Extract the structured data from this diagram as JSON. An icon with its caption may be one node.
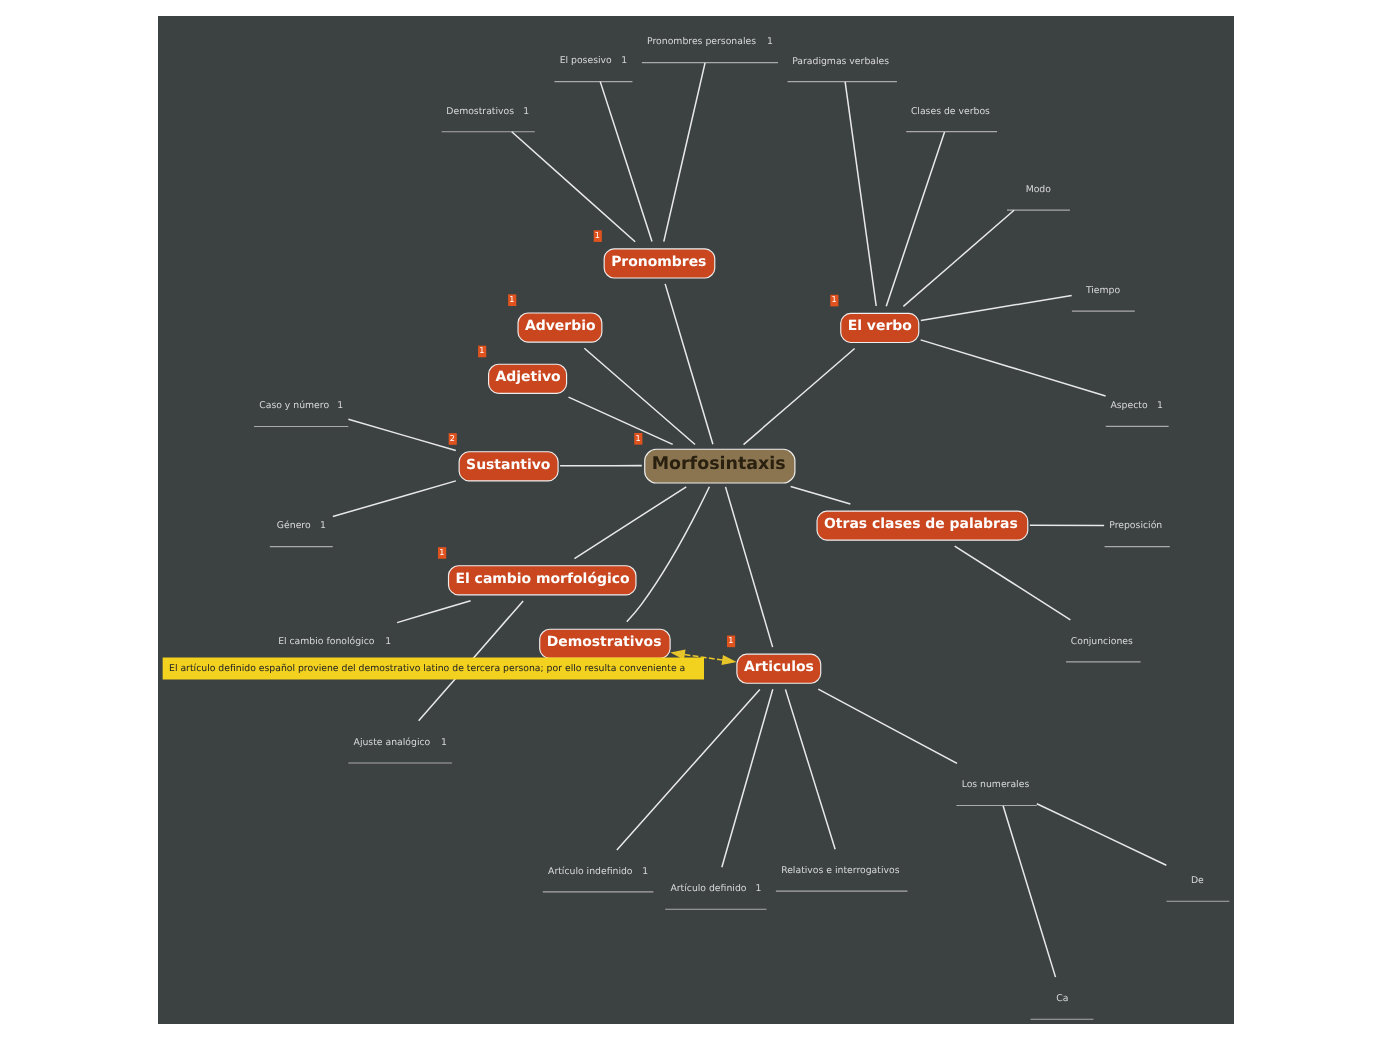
{
  "diagram": {
    "nodes": [
      {
        "text": [
          "Morfosintaxis"
        ],
        "beside": [
          "1"
        ]
      },
      {
        "text": [
          "El verbo"
        ],
        "beside": [
          "1"
        ]
      },
      {
        "text": [
          "Aspecto",
          "1"
        ]
      },
      {
        "text": [
          "Tiempo"
        ]
      },
      {
        "text": [
          "Modo"
        ]
      },
      {
        "text": [
          "Clases de verbos"
        ]
      },
      {
        "text": [
          "Paradigmas verbales"
        ]
      },
      {
        "text": [
          "Pronombres"
        ],
        "beside": [
          "1"
        ]
      },
      {
        "text": [
          "Pronombres personales",
          "1"
        ]
      },
      {
        "text": [
          "El posesivo",
          "1"
        ]
      },
      {
        "text": [
          "Demostrativos",
          "1"
        ]
      },
      {
        "text": [
          "Adverbio"
        ],
        "beside": [
          "1"
        ]
      },
      {
        "text": [
          "Adjetivo"
        ],
        "beside": [
          "1"
        ]
      },
      {
        "text": [
          "Sustantivo"
        ],
        "beside": [
          "2"
        ]
      },
      {
        "text": [
          "Caso y número",
          "1"
        ]
      },
      {
        "text": [
          "Género",
          "1"
        ]
      },
      {
        "text": [
          "El cambio morfológico"
        ],
        "beside": [
          "1"
        ]
      },
      {
        "text": [
          "El cambio fonológico",
          "1"
        ]
      },
      {
        "text": [
          "Ajuste analógico",
          "1"
        ]
      },
      {
        "text": [
          "Demostrativos"
        ]
      },
      {
        "text": [
          "Articulos"
        ],
        "beside": [
          "1"
        ]
      },
      {
        "text": [
          "Artículo indefinido",
          "1"
        ]
      },
      {
        "text": [
          "Artículo definido",
          "1"
        ]
      },
      {
        "text": [
          "Relativos e interrogativos"
        ]
      },
      {
        "text": [
          "Los numerales"
        ]
      },
      {
        "text": [
          "Ca"
        ]
      },
      {
        "text": [
          "De"
        ]
      },
      {
        "text": [
          "Otras clases de palabras"
        ]
      },
      {
        "text": [
          "Conjunciones"
        ]
      },
      {
        "text": [
          "Preposición"
        ]
      }
    ],
    "edges": [
      {
        "from": 0,
        "to": 1,
        "arrow": "none"
      },
      {
        "from": 1,
        "to": 2,
        "arrow": "none"
      },
      {
        "from": 1,
        "to": 3,
        "arrow": "none"
      },
      {
        "from": 1,
        "to": 4,
        "arrow": "none"
      },
      {
        "from": 1,
        "to": 5,
        "arrow": "none"
      },
      {
        "from": 1,
        "to": 6,
        "arrow": "none"
      },
      {
        "from": 0,
        "to": 7,
        "arrow": "none"
      },
      {
        "from": 7,
        "to": 8,
        "arrow": "none"
      },
      {
        "from": 7,
        "to": 9,
        "arrow": "none"
      },
      {
        "from": 7,
        "to": 10,
        "arrow": "none"
      },
      {
        "from": 0,
        "to": 11,
        "arrow": "none"
      },
      {
        "from": 0,
        "to": 12,
        "arrow": "none"
      },
      {
        "from": 0,
        "to": 13,
        "arrow": "none"
      },
      {
        "from": 13,
        "to": 14,
        "arrow": "none"
      },
      {
        "from": 13,
        "to": 15,
        "arrow": "none"
      },
      {
        "from": 0,
        "to": 16,
        "arrow": "none"
      },
      {
        "from": 16,
        "to": 17,
        "arrow": "none"
      },
      {
        "from": 16,
        "to": 18,
        "arrow": "none"
      },
      {
        "from": 0,
        "to": 19,
        "arrow": "none"
      },
      {
        "from": 0,
        "to": 20,
        "arrow": "none"
      },
      {
        "from": 20,
        "to": 21,
        "arrow": "none"
      },
      {
        "from": 20,
        "to": 22,
        "arrow": "none"
      },
      {
        "from": 20,
        "to": 23,
        "arrow": "none"
      },
      {
        "from": 20,
        "to": 24,
        "arrow": "none"
      },
      {
        "from": 24,
        "to": 25,
        "arrow": "none"
      },
      {
        "from": 24,
        "to": 26,
        "arrow": "none"
      },
      {
        "from": 0,
        "to": 27,
        "arrow": "none"
      },
      {
        "from": 27,
        "to": 28,
        "arrow": "none"
      },
      {
        "from": 27,
        "to": 29,
        "arrow": "none"
      },
      {
        "from": 20,
        "to": 19,
        "arrow": "both",
        "style": "dashed",
        "color": "#e8c62a",
        "label": "El artículo definido español proviene del demostrativo latino de tercera persona; por ello resulta conveniente a"
      }
    ]
  }
}
